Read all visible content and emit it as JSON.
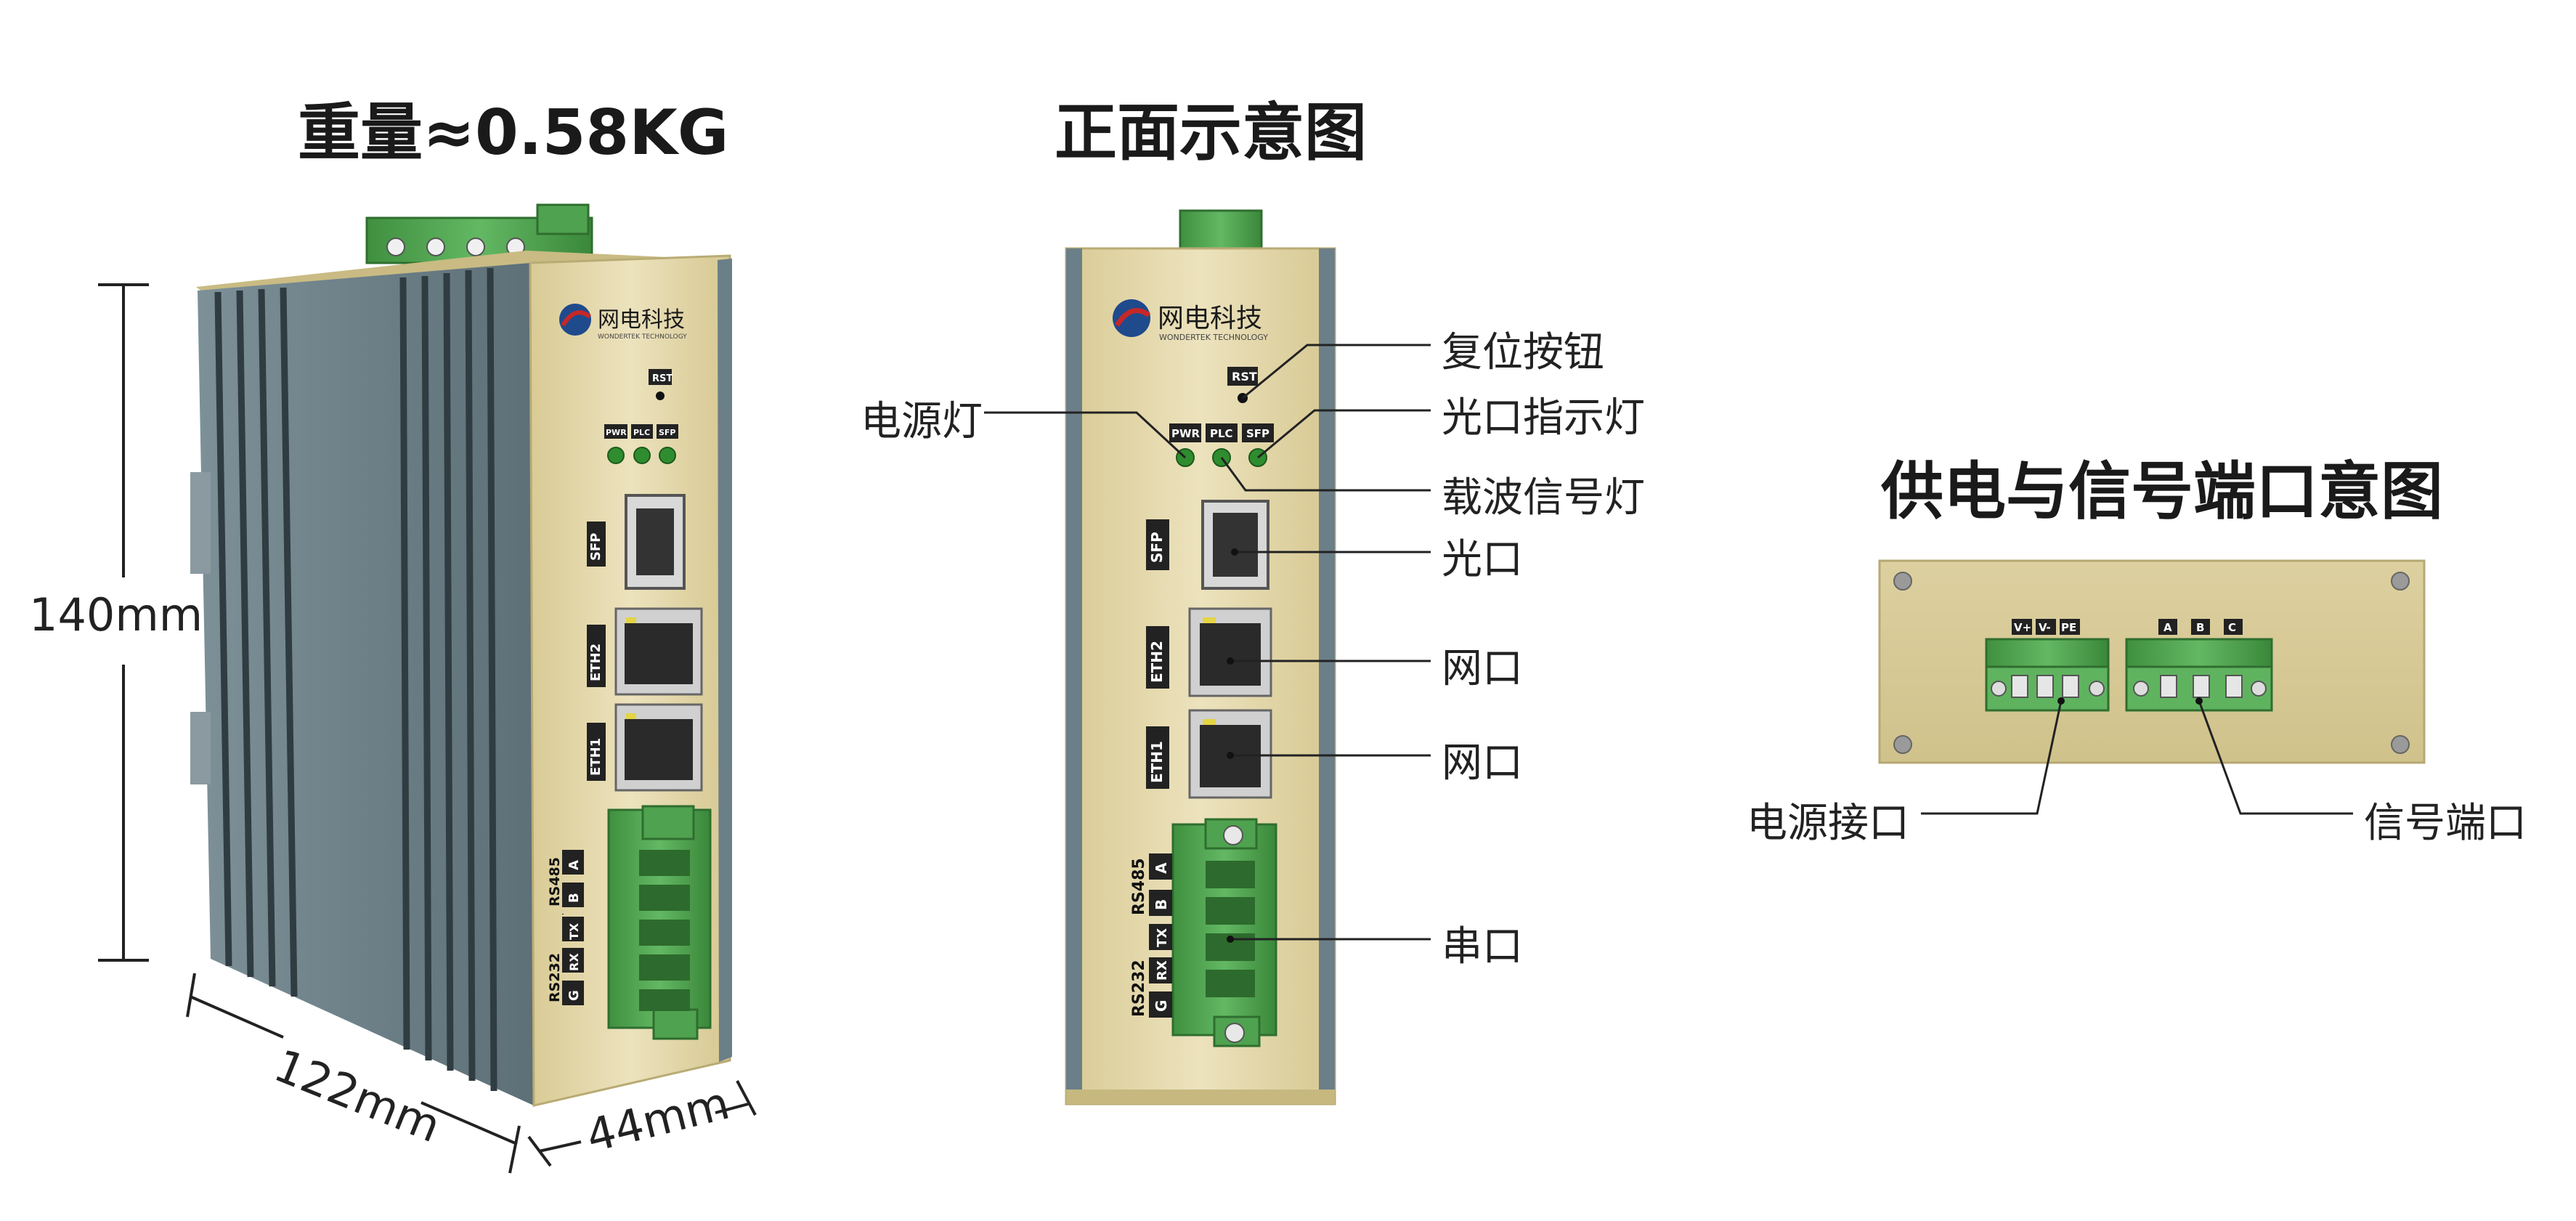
{
  "titles": {
    "weight": "重量≈0.58KG",
    "front": "正面示意图",
    "terminal": "供电与信号端口意图"
  },
  "dimensions": {
    "height": "140mm",
    "depth": "122mm",
    "width": "44mm"
  },
  "brand": {
    "name_cn": "网电科技",
    "name_en": "WONDERTEK TECHNOLOGY"
  },
  "panel_labels": {
    "rst": "RST",
    "pwr": "PWR",
    "plc": "PLC",
    "sfp": "SFP",
    "sfp_port": "SFP",
    "eth2": "ETH2",
    "eth1": "ETH1",
    "rs485": "RS485",
    "rs232": "RS232",
    "pin_a": "A",
    "pin_b": "B",
    "pin_tx": "TX",
    "pin_rx": "RX",
    "pin_g": "G"
  },
  "callouts": {
    "reset_button": "复位按钮",
    "optical_led": "光口指示灯",
    "power_led": "电源灯",
    "carrier_led": "载波信号灯",
    "optical_port": "光口",
    "net_port_1": "网口",
    "net_port_2": "网口",
    "serial_port": "串口",
    "power_interface": "电源接口",
    "signal_port": "信号端口"
  },
  "terminal_labels": {
    "vplus": "V+",
    "vminus": "V-",
    "pe": "PE",
    "a": "A",
    "b": "B",
    "c": "C"
  },
  "colors": {
    "panel_gold": "#e4d7a8",
    "body_gray": "#6d7f87",
    "terminal_green": "#4fa24f",
    "led_green": "#2f8c2f",
    "line": "#222222"
  }
}
